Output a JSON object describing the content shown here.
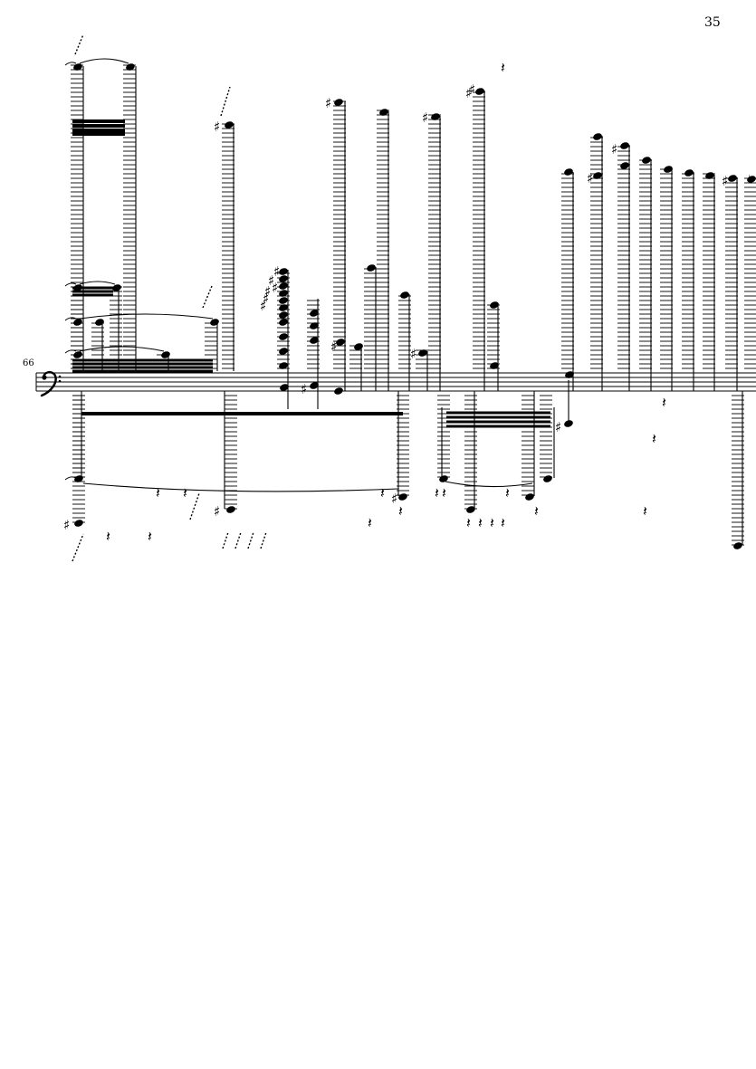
{
  "page": {
    "page_number": "35",
    "measure_number": "66",
    "clef": "bass"
  },
  "colors": {
    "ink": "#000000",
    "paper": "#ffffff"
  }
}
